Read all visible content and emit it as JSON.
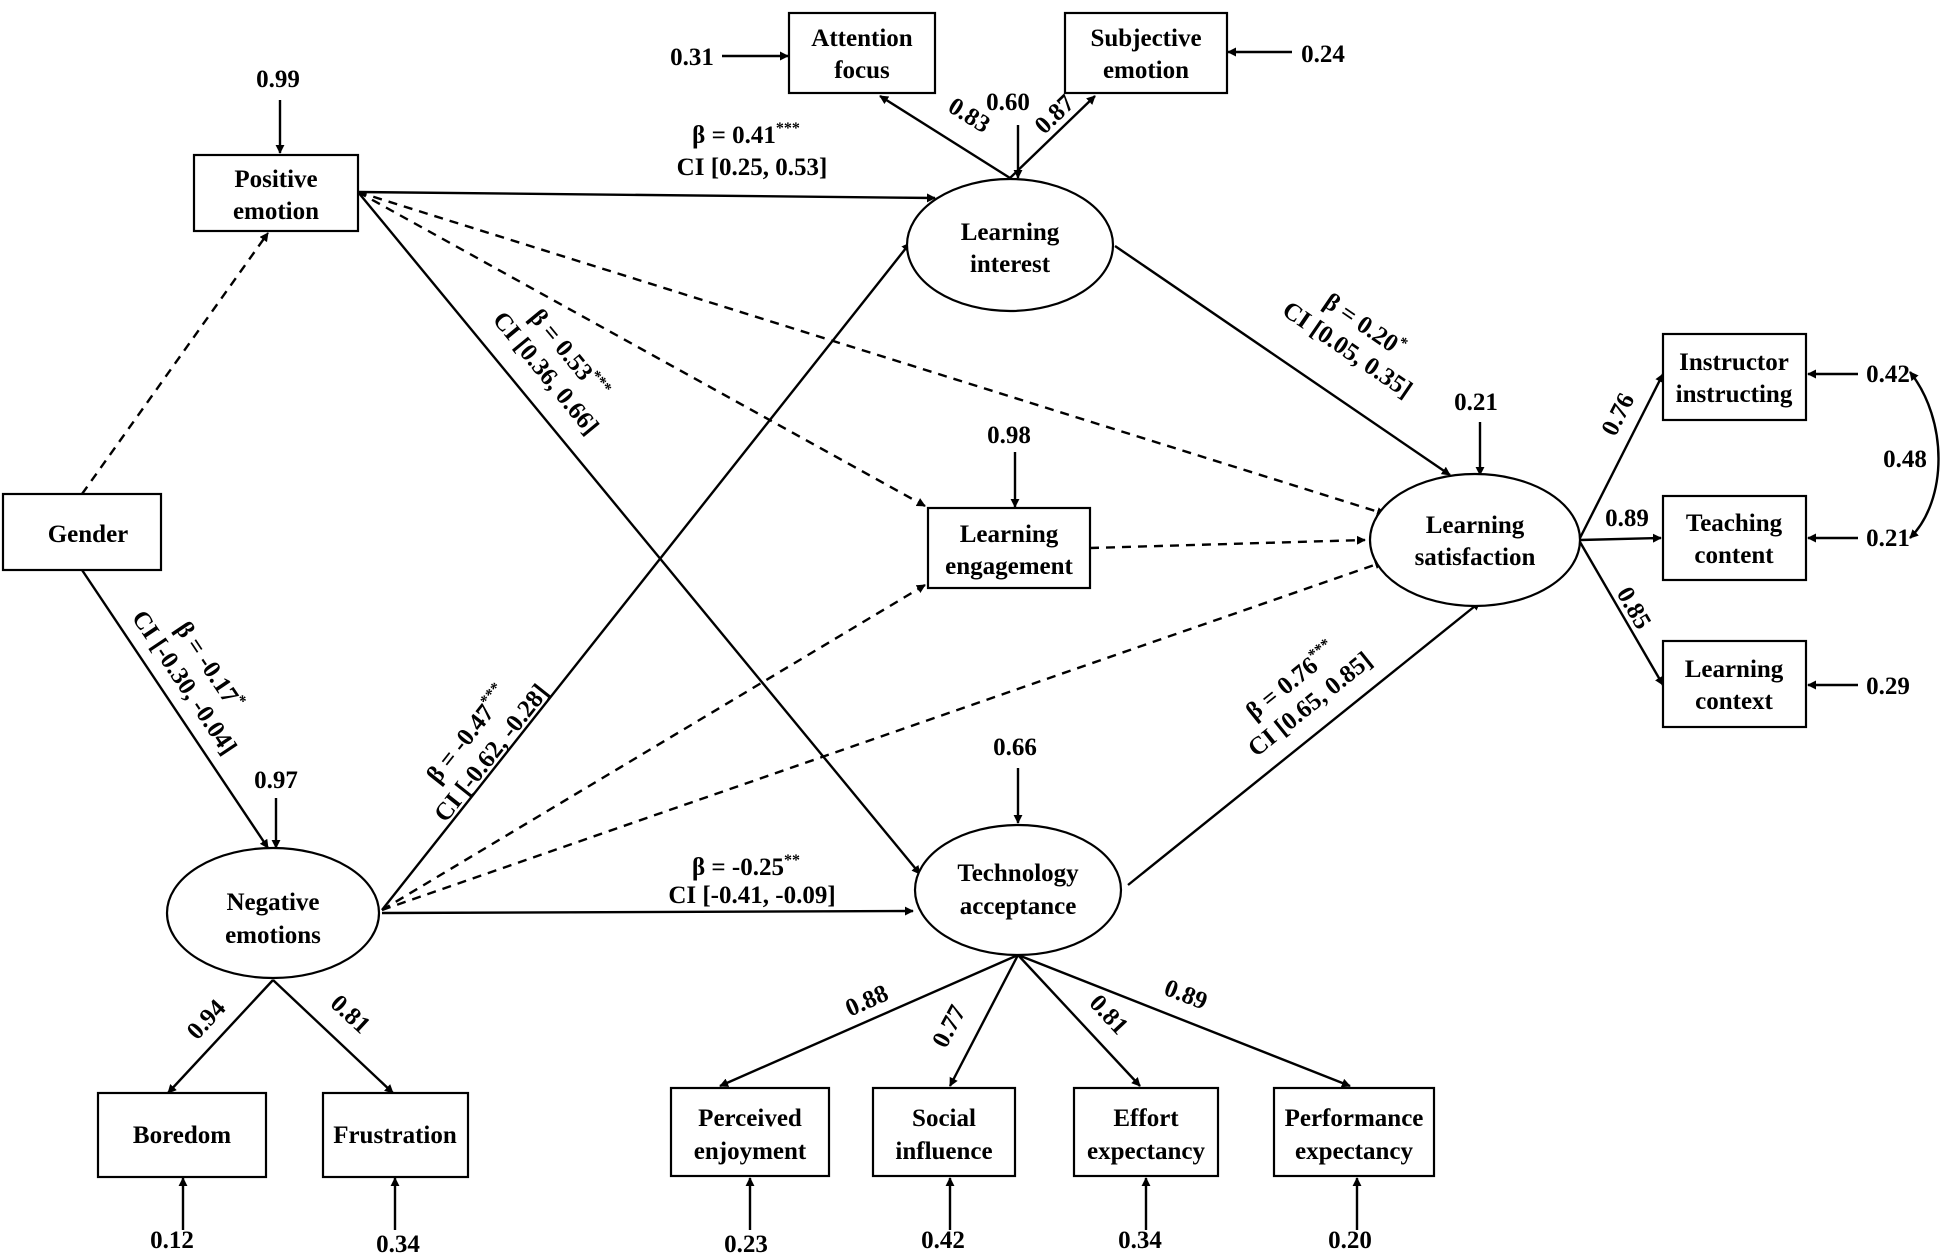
{
  "nodes": {
    "gender": {
      "label": [
        "Gender"
      ]
    },
    "positive_emotion": {
      "label": [
        "Positive",
        "emotion"
      ]
    },
    "negative_emotions": {
      "label": [
        "Negative",
        "emotions"
      ]
    },
    "learning_interest": {
      "label": [
        "Learning",
        "interest"
      ]
    },
    "learning_engagement": {
      "label": [
        "Learning",
        "engagement"
      ]
    },
    "technology_acceptance": {
      "label": [
        "Technology",
        "acceptance"
      ]
    },
    "learning_satisfaction": {
      "label": [
        "Learning",
        "satisfaction"
      ]
    },
    "attention_focus": {
      "label": [
        "Attention",
        "focus"
      ]
    },
    "subjective_emotion": {
      "label": [
        "Subjective",
        "emotion"
      ]
    },
    "boredom": {
      "label": [
        "Boredom"
      ]
    },
    "frustration": {
      "label": [
        "Frustration"
      ]
    },
    "perceived_enjoyment": {
      "label": [
        "Perceived",
        "enjoyment"
      ]
    },
    "social_influence": {
      "label": [
        "Social",
        "influence"
      ]
    },
    "effort_expectancy": {
      "label": [
        "Effort",
        "expectancy"
      ]
    },
    "performance_expectancy": {
      "label": [
        "Performance",
        "expectancy"
      ]
    },
    "instructor_instructing": {
      "label": [
        "Instructor",
        "instructing"
      ]
    },
    "teaching_content": {
      "label": [
        "Teaching",
        "content"
      ]
    },
    "learning_context": {
      "label": [
        "Learning",
        "context"
      ]
    }
  },
  "paths": {
    "pe_li": {
      "beta": "β = 0.41",
      "sig": "***",
      "ci": "CI [0.25, 0.53]"
    },
    "pe_ta": {
      "beta": "β = 0.53",
      "sig": "***",
      "ci": "CI [0.36, 0.66]"
    },
    "li_ls": {
      "beta": "β = 0.20",
      "sig": "*",
      "ci": "CI [0.05, 0.35]"
    },
    "ta_ls": {
      "beta": "β = 0.76",
      "sig": "***",
      "ci": "CI [0.65, 0.85]"
    },
    "ne_li": {
      "beta": "β = -0.47",
      "sig": "***",
      "ci": "CI [-0.62, -0.28]"
    },
    "ne_ta": {
      "beta": "β = -0.25",
      "sig": "**",
      "ci": "CI [-0.41, -0.09]"
    },
    "g_ne": {
      "beta": "β = -0.17",
      "sig": "*",
      "ci": "CI [-0.30, -0.04]"
    }
  },
  "loadings": {
    "li_attention": "0.83",
    "li_subjective": "0.87",
    "ne_boredom": "0.94",
    "ne_frustration": "0.81",
    "ta_enjoyment": "0.88",
    "ta_social": "0.77",
    "ta_effort": "0.81",
    "ta_performance": "0.89",
    "ls_instructor": "0.76",
    "ls_teaching": "0.89",
    "ls_context": "0.85"
  },
  "residuals": {
    "attention_focus": "0.31",
    "subjective_emotion": "0.24",
    "learning_interest": "0.60",
    "positive_emotion": "0.99",
    "negative_emotions": "0.97",
    "learning_engagement": "0.98",
    "technology_acceptance": "0.66",
    "learning_satisfaction": "0.21",
    "instructor_instructing": "0.42",
    "teaching_content": "0.21",
    "learning_context": "0.29",
    "boredom": "0.12",
    "frustration": "0.34",
    "perceived_enjoyment": "0.23",
    "social_influence": "0.42",
    "effort_expectancy": "0.34",
    "performance_expectancy": "0.20"
  },
  "covariance": {
    "instructor_teaching": "0.48"
  }
}
